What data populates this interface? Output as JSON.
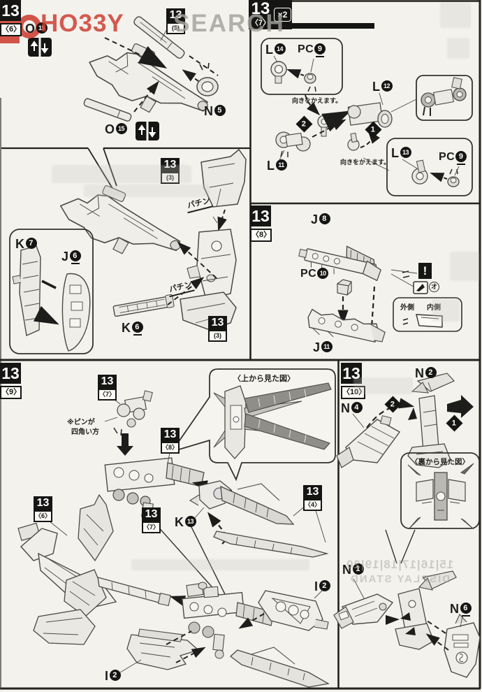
{
  "colors": {
    "accent_red": "#cd382c",
    "watermark_gray": "#a3a29c",
    "ink": "#1d1d1b",
    "line": "#4a4a45",
    "paper": "#f3f2ed"
  },
  "watermark": {
    "brand_red": "HO33Y",
    "brand_gray": "SEARCH"
  },
  "headers": {
    "h6": {
      "step": "13",
      "sub": "〈6〉"
    },
    "h7": {
      "step": "13",
      "sub": "〈7〉",
      "multiplier": "×2"
    },
    "h8": {
      "step": "13",
      "sub": "〈8〉"
    },
    "h9": {
      "step": "13",
      "sub": "〈9〉"
    },
    "h10": {
      "step": "13",
      "sub": "〈10〉"
    }
  },
  "refs": {
    "r5": {
      "step": "13",
      "sub": "(5)"
    },
    "r3a": {
      "step": "13",
      "sub": "(3)"
    },
    "r3b": {
      "step": "13",
      "sub": "(3)"
    },
    "r7a": {
      "step": "13",
      "sub": "〈7〉"
    },
    "r7b": {
      "step": "13",
      "sub": "〈7〉"
    },
    "r8": {
      "step": "13",
      "sub": "〈8〉"
    },
    "r6": {
      "step": "13",
      "sub": "〈6〉"
    },
    "r4": {
      "step": "13",
      "sub": "〈4〉"
    }
  },
  "parts": {
    "o15a": {
      "letter": "O",
      "num": "15"
    },
    "o15b": {
      "letter": "O",
      "num": "15"
    },
    "n5": {
      "letter": "N",
      "num": "5"
    },
    "k7": {
      "letter": "K",
      "num": "7"
    },
    "j6": {
      "letter": "J",
      "num": "6"
    },
    "k6": {
      "letter": "K",
      "num": "6"
    },
    "l14": {
      "letter": "L",
      "num": "14"
    },
    "pc9a": {
      "letter": "PC",
      "num": "9"
    },
    "l12": {
      "letter": "L",
      "num": "12"
    },
    "l11": {
      "letter": "L",
      "num": "11"
    },
    "l13": {
      "letter": "L",
      "num": "13"
    },
    "pc9b": {
      "letter": "PC",
      "num": "9"
    },
    "j8": {
      "letter": "J",
      "num": "8"
    },
    "pc10": {
      "letter": "PC",
      "num": "10"
    },
    "j11": {
      "letter": "J",
      "num": "11"
    },
    "k13": {
      "letter": "K",
      "num": "13"
    },
    "i2a": {
      "letter": "I",
      "num": "2"
    },
    "i2b": {
      "letter": "I",
      "num": "2"
    },
    "n2": {
      "letter": "N",
      "num": "2"
    },
    "n4": {
      "letter": "N",
      "num": "4"
    },
    "n1": {
      "letter": "N",
      "num": "1"
    },
    "n6": {
      "letter": "N",
      "num": "6"
    }
  },
  "sequence": {
    "one": "1",
    "two": "2"
  },
  "notes": {
    "orientation": "向きをかえます。",
    "snap": "パチン",
    "pin_line1": "※ピンが",
    "pin_line2": "四角い方",
    "top_view": "〈上から見た図〉",
    "back_view": "〈裏から見た図〉",
    "outside": "外側",
    "inside": "内側",
    "warning": "!",
    "cut_mark": "オ"
  },
  "ghost": {
    "line1": "15|16|17|18|19|20",
    "line2": "DISPLAY STAND"
  }
}
